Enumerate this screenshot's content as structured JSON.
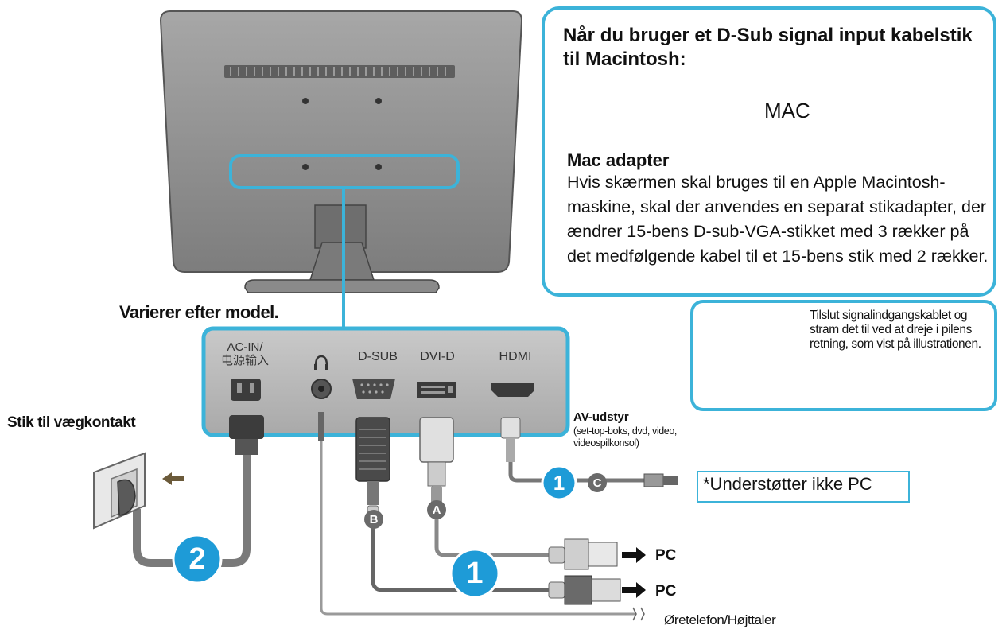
{
  "mac_box": {
    "title": "Når du bruger et D-Sub signal input kabelstik til Macintosh:",
    "arrow_label": "MAC",
    "adapter_title": "Mac adapter",
    "adapter_body": "Hvis skærmen skal bruges til en Apple Macintosh-maskine, skal der anvendes en separat stikadapter, der ændrer 15-bens D-sub-VGA-stikket med 3 rækker på det medfølgende kabel til et 15-bens stik med 2 rækker."
  },
  "screw_box": {
    "text": "Tilslut signalindgangskablet og stram det til ved at dreje i pilens retning, som vist på illustrationen."
  },
  "model_note": "Varierer efter model.",
  "ports": {
    "ac_in": "AC-IN/ 电源输入",
    "dsub": "D-SUB",
    "dvid": "DVI-D",
    "hdmi": "HDMI"
  },
  "wall_label": "Stik til vægkontakt",
  "av": {
    "title": "AV-udstyr",
    "subtitle": "(set-top-boks, dvd, video, videospilkonsol)"
  },
  "no_pc_note": "*Understøtter ikke PC",
  "pc_labels": [
    "PC",
    "PC"
  ],
  "headphone_label": "Øretelefon/Højttaler",
  "step_numbers": {
    "power": "2",
    "av": "1",
    "pc": "1"
  },
  "cable_letters": {
    "av": "C",
    "dsub": "B",
    "dvid": "A"
  },
  "colors": {
    "accent_blue": "#3cb3d9",
    "badge_blue": "#1e9bd7",
    "panel_gray": "#b9b9b9",
    "monitor_gray": "#8b8b8b",
    "cable_dark": "#6b6b6b"
  }
}
